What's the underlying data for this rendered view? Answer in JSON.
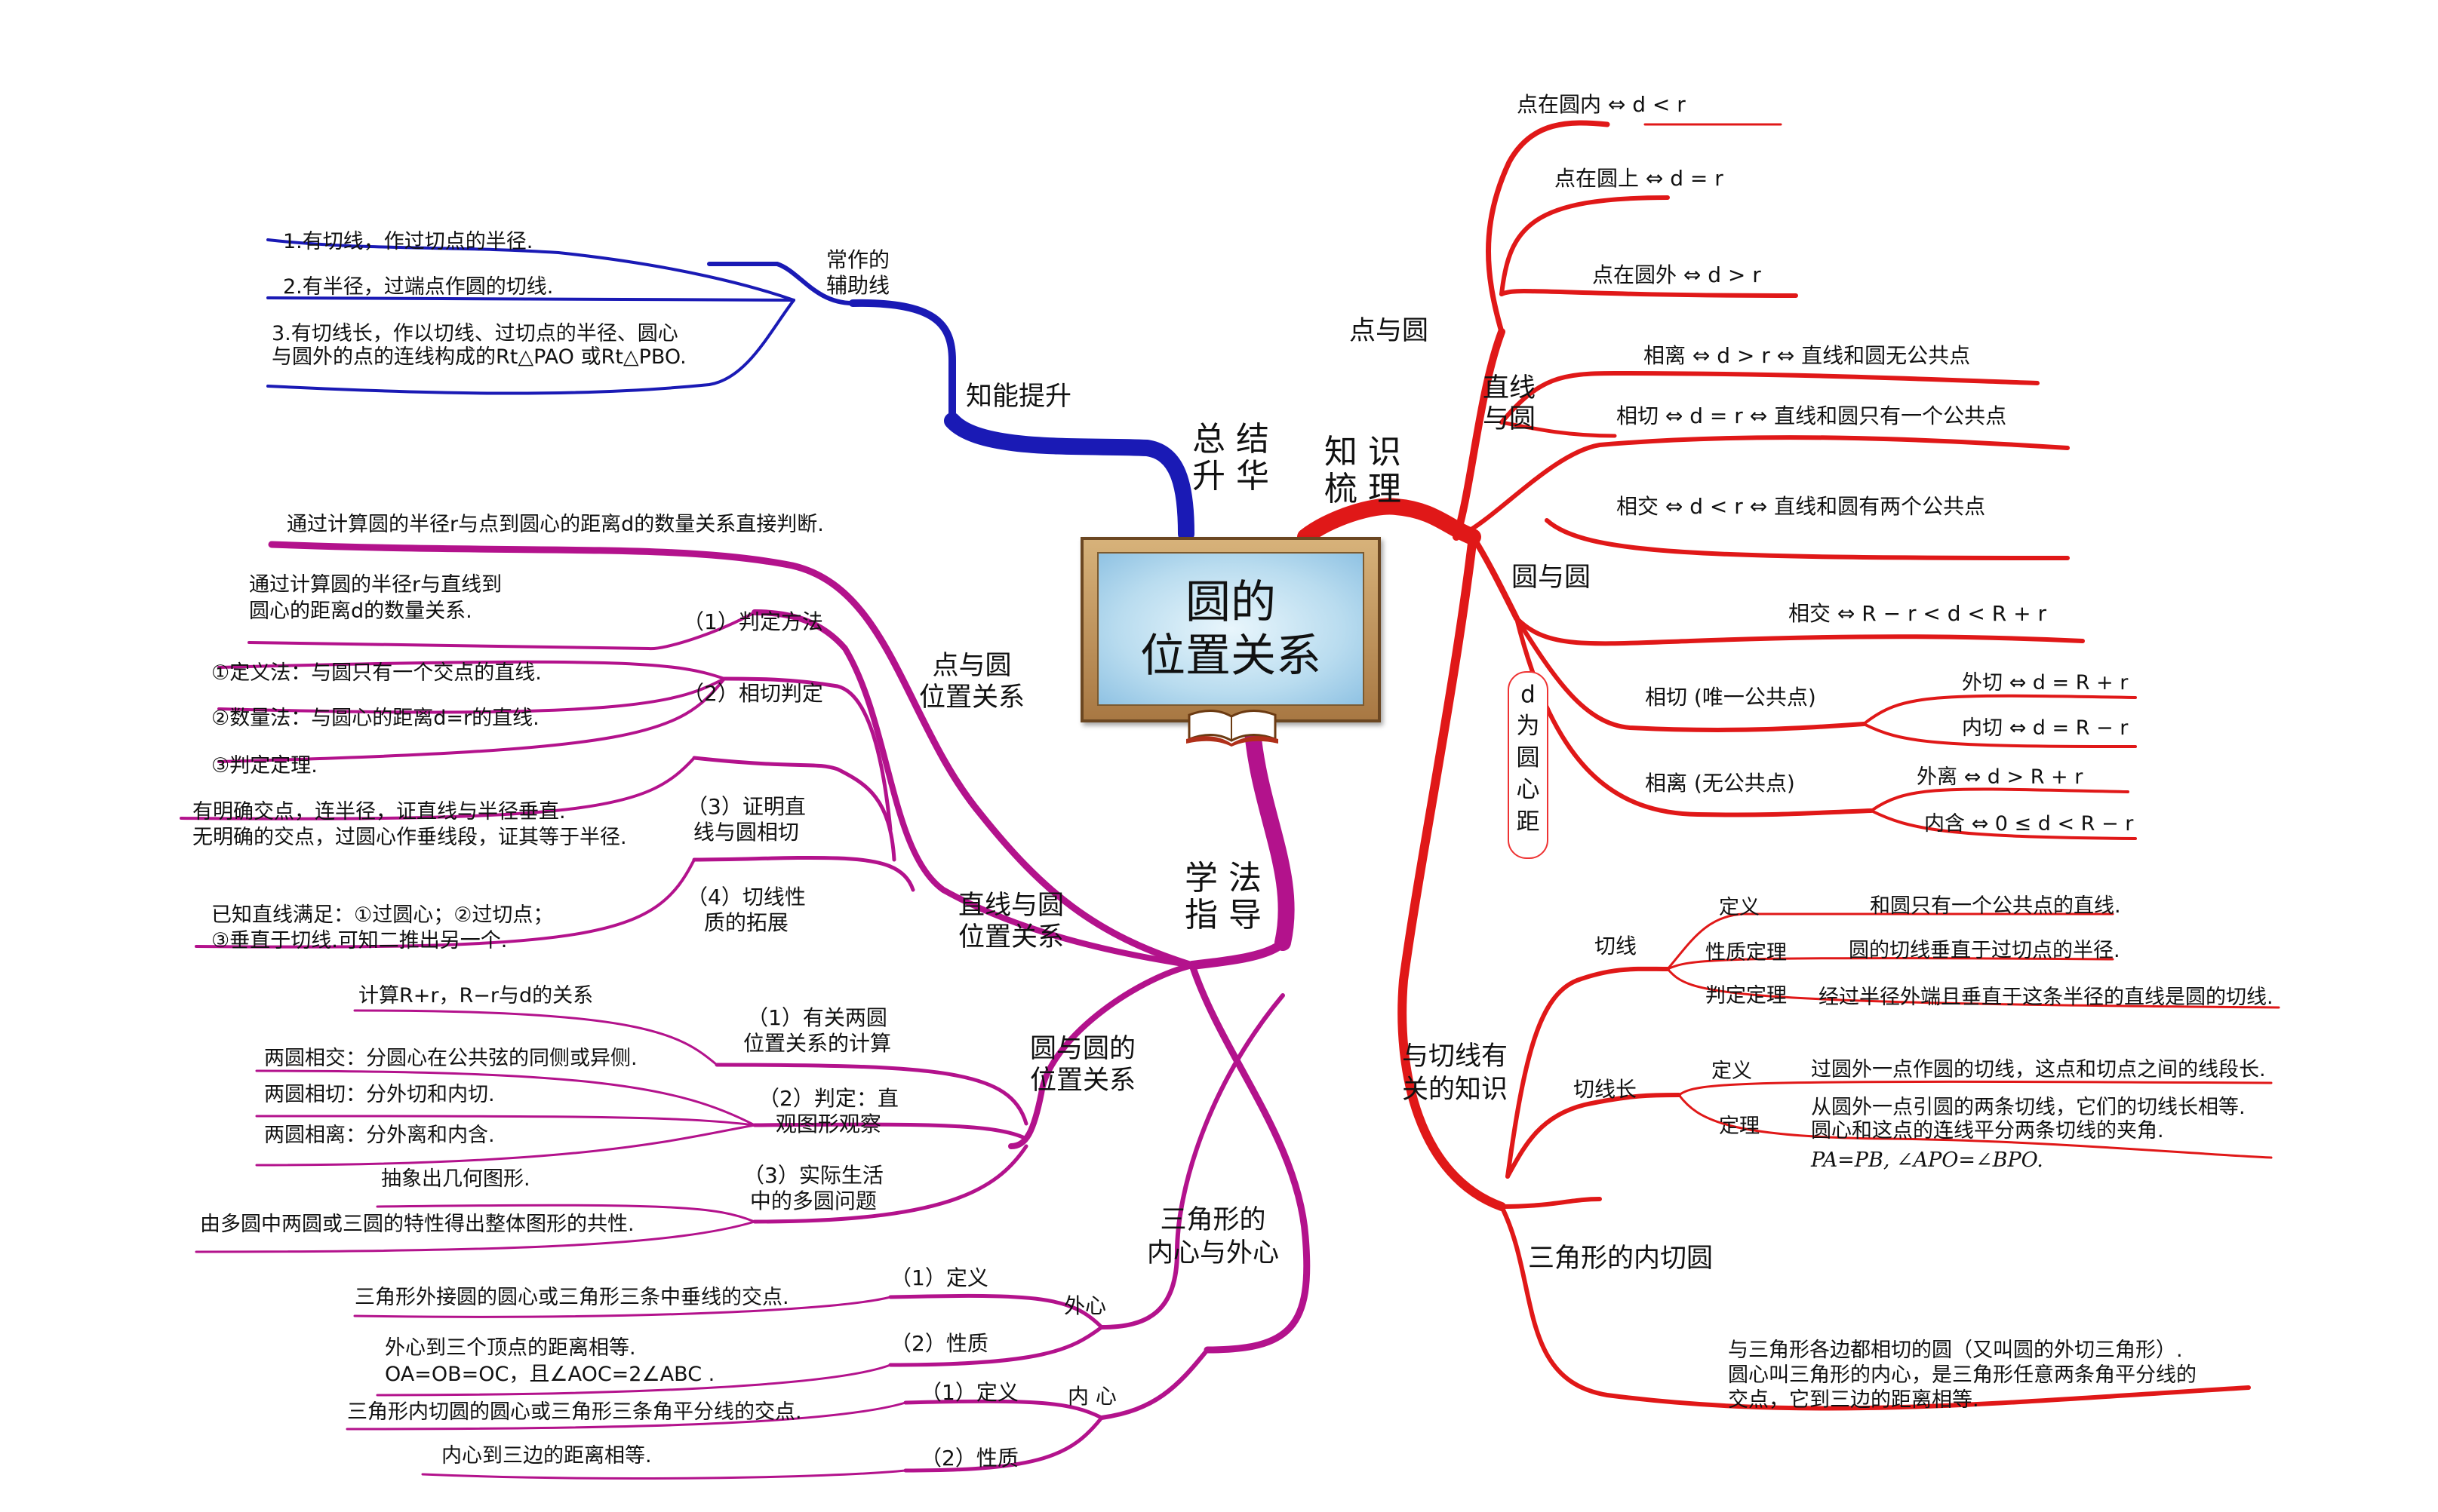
{
  "center": {
    "line1": "圆的",
    "line2": "位置关系"
  },
  "colors": {
    "blue": "#1a1ab5",
    "red": "#e01818",
    "magenta": "#b3128c",
    "board": "#a87843"
  },
  "branches": {
    "summary": {
      "title": "总 结\n升 华"
    },
    "knowledge": {
      "title": "知 识\n梳 理"
    },
    "method": {
      "title": "学 法\n指 导"
    }
  },
  "blue": {
    "l1": "知能提升",
    "l2": "常作的\n辅助线",
    "items": [
      "1.有切线，作过切点的半径.",
      "2.有半径，过端点作圆的切线.",
      "3.有切线长，作以切线、过切点的半径、圆心\n与圆外的点的连线构成的Rt△PAO 或Rt△PBO."
    ]
  },
  "red": {
    "pc": {
      "title": "点与圆",
      "items": [
        "点在圆内 ⇔ d < r",
        "点在圆上 ⇔ d = r",
        "点在圆外 ⇔ d > r"
      ]
    },
    "lc": {
      "title": "直线\n与圆",
      "items": [
        "相离 ⇔ d > r ⇔ 直线和圆无公共点",
        "相切 ⇔ d = r ⇔ 直线和圆只有一个公共点",
        "相交 ⇔ d < r ⇔ 直线和圆有两个公共点"
      ]
    },
    "cc": {
      "title": "圆与圆",
      "note": "d\n为\n圆\n心\n距",
      "intersect": "相交 ⇔ R − r < d < R + r",
      "tangent": "相切 (唯一公共点)",
      "ext_tangent": "外切 ⇔ d = R + r",
      "int_tangent": "内切 ⇔ d = R − r",
      "separate": "相离 (无公共点)",
      "ext_sep": "外离 ⇔ d > R + r",
      "int_sep": "内含 ⇔ 0 ≤ d < R − r"
    },
    "tan": {
      "title": "与切线有\n关的知识",
      "tangent_line": "切线",
      "def_label": "定义",
      "def_text": "和圆只有一个公共点的直线.",
      "prop_label": "性质定理",
      "prop_text": "圆的切线垂直于过切点的半径.",
      "judge_label": "判定定理",
      "judge_text": "经过半径外端且垂直于这条半径的直线是圆的切线.",
      "tlen": "切线长",
      "tlen_def_label": "定义",
      "tlen_def_text": "过圆外一点作圆的切线，这点和切点之间的线段长.",
      "tlen_thm_label": "定理",
      "tlen_thm_text": "从圆外一点引圆的两条切线，它们的切线长相等.\n圆心和这点的连线平分两条切线的夹角.",
      "tlen_thm_formula": "PA=PB, ∠APO=∠BPO."
    },
    "incircle": {
      "title": "三角形的内切圆",
      "text": "与三角形各边都相切的圆（又叫圆的外切三角形）.\n圆心叫三角形的内心，是三角形任意两条角平分线的\n交点，它到三边的距离相等."
    }
  },
  "mag": {
    "pc": {
      "title": "点与圆\n位置关系",
      "text": "通过计算圆的半径r与点到圆心的距离d的数量关系直接判断."
    },
    "lc": {
      "title": "直线与圆\n位置关系",
      "m1": "（1）判定方法",
      "m1_text": "通过计算圆的半径r与直线到\n圆心的距离d的数量关系.",
      "m2": "（2）相切判定",
      "m2_items": [
        "①定义法：与圆只有一个交点的直线.",
        "②数量法：与圆心的距离d=r的直线.",
        "③判定定理."
      ],
      "m3": "（3）证明直\n线与圆相切",
      "m3_text": "有明确交点，连半径，证直线与半径垂直.\n无明确的交点，过圆心作垂线段，证其等于半径.",
      "m4": "（4）切线性\n质的拓展",
      "m4_text": "已知直线满足：①过圆心；②过切点；\n③垂直于切线.可知二推出另一个."
    },
    "cc": {
      "title": "圆与圆的\n位置关系",
      "m1": "（1）有关两圆\n位置关系的计算",
      "m1_text": "计算R+r，R−r与d的关系",
      "m2": "（2）判定：直\n观图形观察",
      "m2_items": [
        "两圆相交：分圆心在公共弦的同侧或异侧.",
        "两圆相切：分外切和内切.",
        "两圆相离：分外离和内含."
      ],
      "m3": "（3）实际生活\n中的多圆问题",
      "m3_items": [
        "抽象出几何图形.",
        "由多圆中两圆或三圆的特性得出整体图形的共性."
      ]
    },
    "tri": {
      "title": "三角形的\n内心与外心",
      "outer": "外心",
      "o1": "（1）定义",
      "o1_text": "三角形外接圆的圆心或三角形三条中垂线的交点.",
      "o2": "（2）性质",
      "o2_text": "外心到三个顶点的距离相等.\nOA=OB=OC，且∠AOC=2∠ABC .",
      "inner": "内 心",
      "i1": "（1）定义",
      "i1_text": "三角形内切圆的圆心或三角形三条角平分线的交点.",
      "i2": "（2）性质",
      "i2_text": "内心到三边的距离相等."
    }
  }
}
